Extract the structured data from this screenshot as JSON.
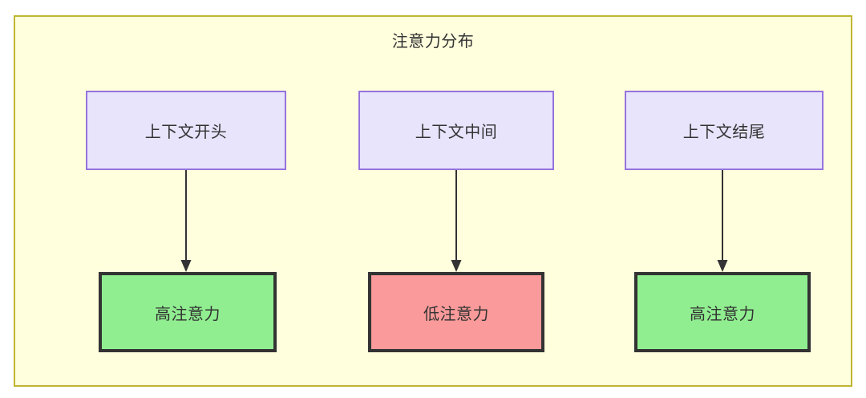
{
  "diagram": {
    "title": "注意力分布",
    "background_color": "#ffffdd",
    "border_color": "#bfb633",
    "page_background": "#ffffff"
  },
  "nodes": {
    "context": [
      {
        "id": "ctx-start",
        "label": "上下文开头",
        "fill": "#e8e4fc",
        "stroke": "#9673de"
      },
      {
        "id": "ctx-mid",
        "label": "上下文中间",
        "fill": "#e8e4fc",
        "stroke": "#9673de"
      },
      {
        "id": "ctx-end",
        "label": "上下文结尾",
        "fill": "#e8e4fc",
        "stroke": "#9673de"
      }
    ],
    "attention": [
      {
        "id": "attn-start",
        "label": "高注意力",
        "fill": "#90ee90",
        "stroke": "#333333"
      },
      {
        "id": "attn-mid",
        "label": "低注意力",
        "fill": "#fa9a9a",
        "stroke": "#333333"
      },
      {
        "id": "attn-end",
        "label": "高注意力",
        "fill": "#90ee90",
        "stroke": "#333333"
      }
    ]
  },
  "edges": [
    {
      "id": "edge-start",
      "from": "ctx-start",
      "to": "attn-start",
      "direction": "down",
      "color": "#333333"
    },
    {
      "id": "edge-mid",
      "from": "ctx-mid",
      "to": "attn-mid",
      "direction": "down",
      "color": "#333333"
    },
    {
      "id": "edge-end",
      "from": "ctx-end",
      "to": "attn-end",
      "direction": "down",
      "color": "#333333"
    }
  ]
}
